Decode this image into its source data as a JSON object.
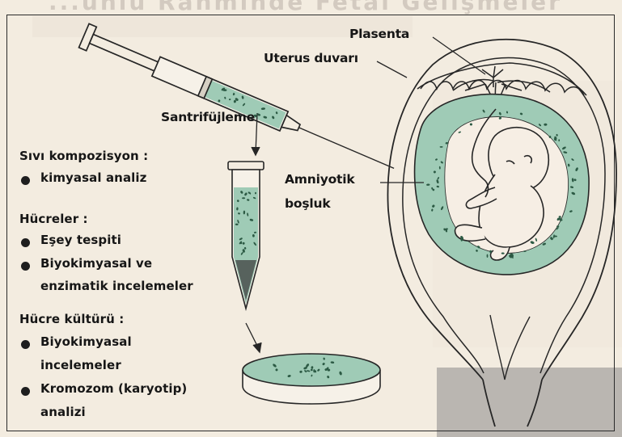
{
  "header": {
    "text": "...ünlü Rahminde Fetal Gelişmeler"
  },
  "labels": {
    "plasenta": "Plasenta",
    "uterus": "Uterus duvarı",
    "santrifujleme": "Santrifüjleme",
    "amniyotik_line1": "Amniyotik",
    "amniyotik_line2": "boşluk"
  },
  "sections": [
    {
      "title": "Sıvı kompozisyon :",
      "items": [
        [
          "kimyasal analiz"
        ]
      ]
    },
    {
      "title": "Hücreler :",
      "items": [
        [
          "Eşey  tespiti"
        ],
        [
          "Biyokimyasal ve",
          "enzimatik incelemeler"
        ]
      ]
    },
    {
      "title": "Hücre kültürü :",
      "items": [
        [
          "Biyokimyasal",
          "incelemeler"
        ],
        [
          "Kromozom (karyotip)",
          "analizi"
        ]
      ]
    }
  ],
  "colors": {
    "fluid": "#9fcbb6",
    "fluid_dark": "#2c5a44",
    "line": "#262626",
    "skin": "#f6eee4",
    "paper": "#f3ece0"
  }
}
